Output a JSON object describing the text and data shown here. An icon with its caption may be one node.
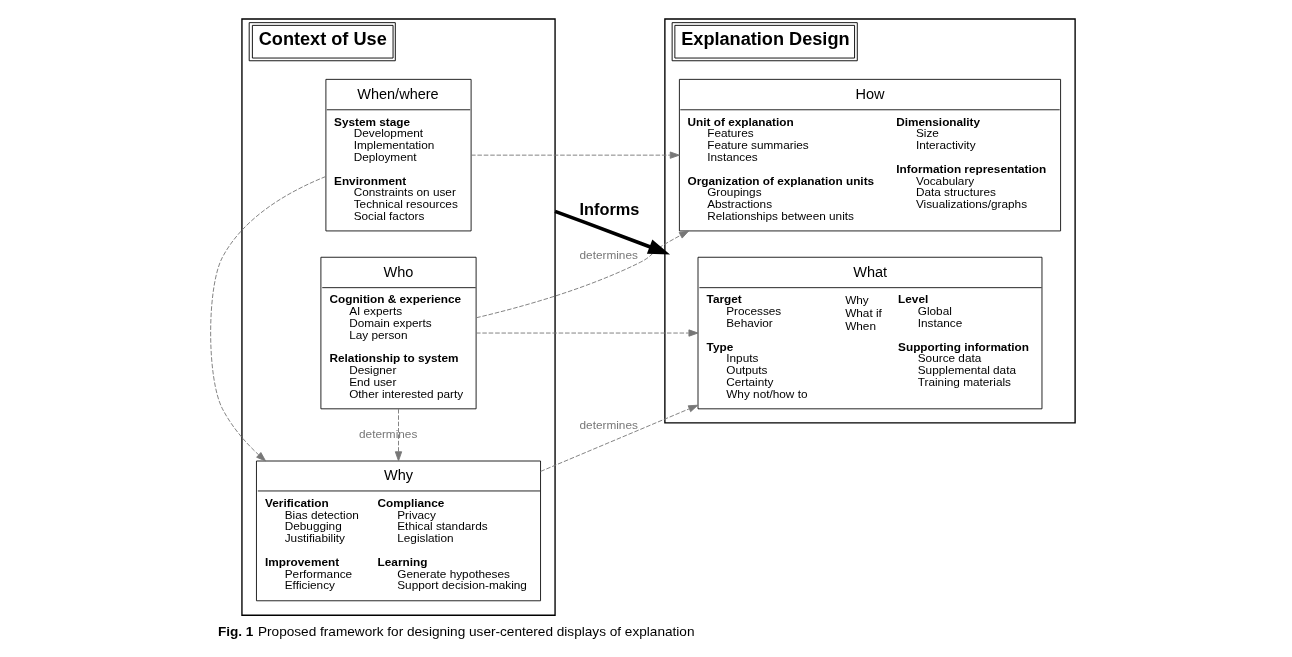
{
  "diagram": {
    "caption": "**Fig. 1** Proposed framework for designing user-centered displays of explanation",
    "nodes": [
      {
        "text": [
          "Context of Use"
        ]
      },
      {
        "text": [
          "Why",
          "Verification",
          "Bias detection",
          "Debugging",
          "Justifiability",
          "Compliance",
          "Privacy",
          "Ethical standards",
          "Legislation",
          "Improvement",
          "Performance",
          "Efficiency",
          "Learning",
          "Generate hypotheses",
          "Support decision-making"
        ],
        "in": 0
      },
      {
        "text": [
          "Who",
          "Cognition & experience",
          "AI experts",
          "Domain experts",
          "Lay person",
          "Relationship to system",
          "Designer",
          "End user",
          "Other interested party"
        ],
        "in": 0
      },
      {
        "text": [
          "When/where",
          "System stage",
          "Development",
          "Implementation",
          "Deployment",
          "Environment",
          "Constraints on user",
          "Technical resources",
          "Social factors"
        ],
        "in": 0
      },
      {
        "text": [
          "Explanation Design"
        ]
      },
      {
        "text": [
          "What",
          "Target",
          "Processes",
          "Behavior",
          "Level",
          "Global",
          "Instance",
          "Type",
          "Inputs",
          "Outputs",
          "Certainty",
          "Why not/how to",
          "Why",
          "What if",
          "When",
          "Supporting information",
          "Source data",
          "Supplemental data",
          "Training materials"
        ],
        "in": 4
      },
      {
        "text": [
          "How",
          "Unit of explanation",
          "Features",
          "Feature summaries",
          "Instances",
          "Dimensionality",
          "Size",
          "Interactivity",
          "Organization of explanation units",
          "Groupings",
          "Abstractions",
          "Relationships between units",
          "Information representation",
          "Vocabulary",
          "Data structures",
          "Visualizations/graphs"
        ],
        "in": 4
      }
    ],
    "edges": [
      {
        "from": 0,
        "to": 4,
        "arrow": "to",
        "label": "Informs",
        "style": "thick",
        "color": "#000000"
      },
      {
        "from": 1,
        "to": 5,
        "arrow": "to",
        "label": "determines",
        "style": "dashed"
      },
      {
        "from": 2,
        "to": 5,
        "arrow": "to",
        "style": "dashed"
      },
      {
        "from": 2,
        "to": 6,
        "arrow": "to",
        "label": "determines",
        "style": "dashed"
      },
      {
        "from": 3,
        "to": 6,
        "arrow": "to",
        "style": "dashed"
      },
      {
        "from": 2,
        "to": 1,
        "arrow": "to",
        "label": "determines",
        "style": "dashed"
      },
      {
        "from": 3,
        "to": 1,
        "arrow": "to",
        "style": "dashed"
      }
    ]
  }
}
